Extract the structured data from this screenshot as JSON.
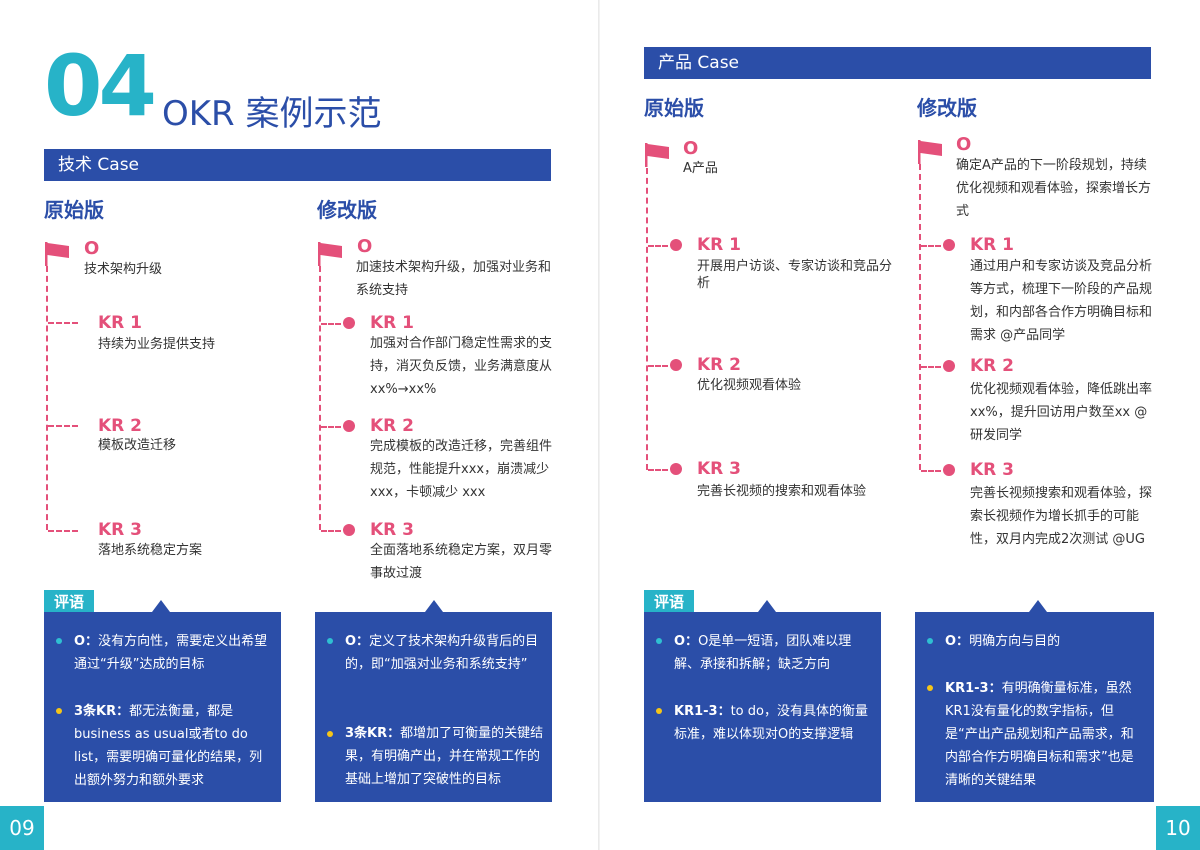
{
  "left": {
    "big_number": "04",
    "title": "OKR 案例示范",
    "section_bar": "技术 Case",
    "original_title": "原始版",
    "revised_title": "修改版",
    "original": {
      "o_label": "O",
      "o_text": "技术架构升级",
      "kr1_label": "KR 1",
      "kr1_text": "持续为业务提供支持",
      "kr2_label": "KR 2",
      "kr2_text": "模板改造迁移",
      "kr3_label": "KR 3",
      "kr3_text": "落地系统稳定方案"
    },
    "revised": {
      "o_label": "O",
      "o_text": "加速技术架构升级，加强对业务和系统支持",
      "kr1_label": "KR 1",
      "kr1_text": "加强对合作部门稳定性需求的支持，消灭负反馈，业务满意度从xx%→xx%",
      "kr2_label": "KR 2",
      "kr2_text": "完成模板的改造迁移，完善组件规范，性能提升xxx，崩溃减少xxx，卡顿减少 xxx",
      "kr3_label": "KR 3",
      "kr3_text": "全面落地系统稳定方案，双月零事故过渡"
    },
    "comment_tag": "评语",
    "comment1": {
      "item1_key": "O：",
      "item1_text": "没有方向性，需要定义出希望通过“升级”达成的目标",
      "item2_key": "3条KR：",
      "item2_text": "都无法衡量，都是business as usual或者to do list，需要明确可量化的结果，列出额外努力和额外要求"
    },
    "comment2": {
      "item1_key": "O：",
      "item1_text": "定义了技术架构升级背后的目的，即“加强对业务和系统支持”",
      "item2_key": "3条KR：",
      "item2_text": "都增加了可衡量的关键结果，有明确产出，并在常规工作的基础上增加了突破性的目标"
    },
    "page_number": "09"
  },
  "right": {
    "section_bar": "产品 Case",
    "original_title": "原始版",
    "revised_title": "修改版",
    "original": {
      "o_label": "O",
      "o_text": "A产品",
      "kr1_label": "KR 1",
      "kr1_text": "开展用户访谈、专家访谈和竞品分析",
      "kr2_label": "KR 2",
      "kr2_text": "优化视频观看体验",
      "kr3_label": "KR 3",
      "kr3_text": "完善长视频的搜索和观看体验"
    },
    "revised": {
      "o_label": "O",
      "o_text": "确定A产品的下一阶段规划，持续优化视频和观看体验，探索增长方式",
      "kr1_label": "KR 1",
      "kr1_text": "通过用户和专家访谈及竞品分析等方式，梳理下一阶段的产品规划，和内部各合作方明确目标和需求 @产品同学",
      "kr2_label": "KR 2",
      "kr2_text": "优化视频观看体验，降低跳出率xx%，提升回访用户数至xx @研发同学",
      "kr3_label": "KR 3",
      "kr3_text": "完善长视频搜索和观看体验，探索长视频作为增长抓手的可能性，双月内完成2次测试 @UG"
    },
    "comment_tag": "评语",
    "comment1": {
      "item1_key": "O：",
      "item1_text": "O是单一短语，团队难以理解、承接和拆解；缺乏方向",
      "item2_key": "KR1-3：",
      "item2_text": "to do，没有具体的衡量标准，难以体现对O的支撑逻辑"
    },
    "comment2": {
      "item1_key": "O：",
      "item1_text": "明确方向与目的",
      "item2_key": "KR1-3：",
      "item2_text": "有明确衡量标准，虽然KR1没有量化的数字指标，但是“产出产品规划和产品需求，和内部合作方明确目标和需求”也是清晰的关键结果"
    },
    "page_number": "10"
  },
  "colors": {
    "navy": "#2b4ea8",
    "teal": "#27b3c8",
    "pink": "#e4507a",
    "dot_teal": "#2fc0d2",
    "dot_yellow": "#f5c518"
  }
}
